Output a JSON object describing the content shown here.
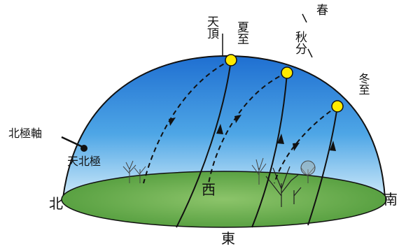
{
  "labels": {
    "zenith": "天頂",
    "summer_solstice": "夏至",
    "spring": "春",
    "autumn": "秋分",
    "winter_solstice": "冬至",
    "north_pole_axis": "北極軸",
    "celestial_north_pole": "天北極",
    "north": "北",
    "south": "南",
    "west": "西",
    "east": "東"
  },
  "colors": {
    "sky_top": "#1f6fd1",
    "sky_bottom": "#bfe3f7",
    "ground": "#6fb24f",
    "sun": "#ffeb00",
    "line": "#111111"
  }
}
